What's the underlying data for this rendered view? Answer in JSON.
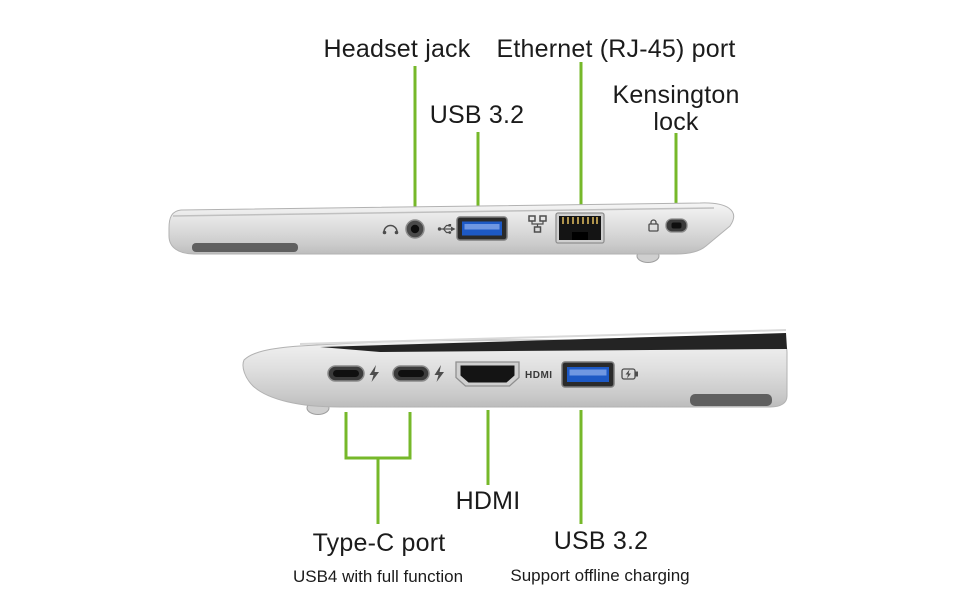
{
  "colors": {
    "accent": "#76b82a",
    "usb_blue": "#1d59c5",
    "body_silver": "#d7d7d7",
    "port_dark": "#262626"
  },
  "top_view": {
    "headset_label": "Headset jack",
    "usb_label": "USB 3.2",
    "ethernet_label": "Ethernet (RJ-45) port",
    "kensington_label_line1": "Kensington",
    "kensington_label_line2": "lock"
  },
  "bottom_view": {
    "hdmi_label": "HDMI",
    "hdmi_port_marking": "HDMI",
    "typec_label": "Type-C port",
    "typec_sublabel": "USB4 with full function",
    "usb_label": "USB 3.2",
    "usb_sublabel": "Support offline charging"
  }
}
